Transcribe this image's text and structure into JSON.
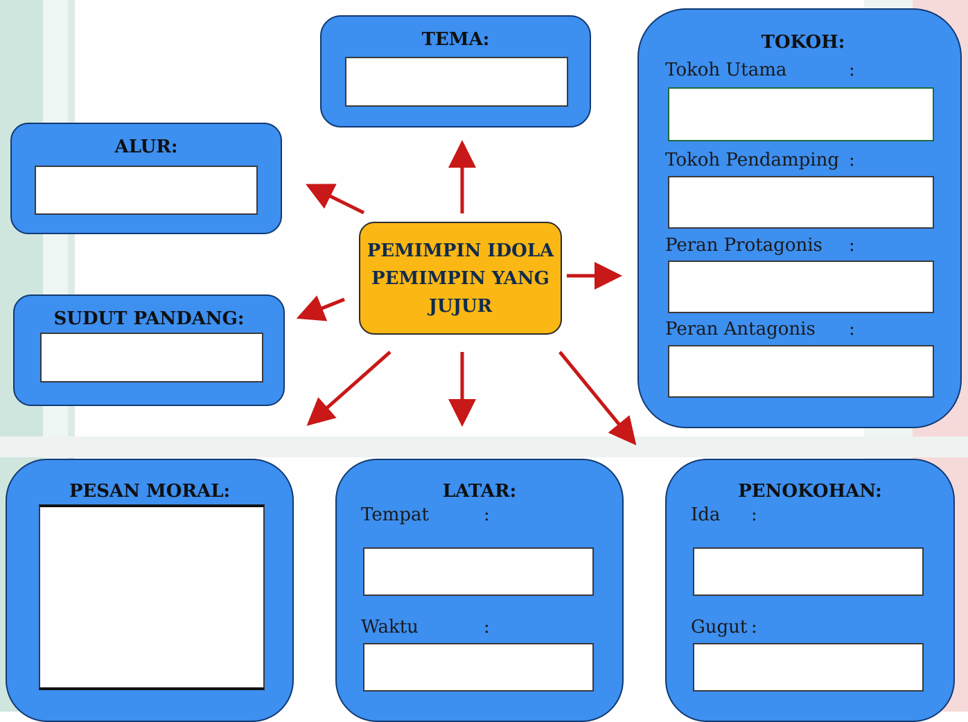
{
  "center": {
    "line1": "PEMIMPIN IDOLA",
    "line2": "PEMIMPIN YANG",
    "line3": "JUJUR"
  },
  "tema": {
    "title": "TEMA:"
  },
  "alur": {
    "title": "ALUR:"
  },
  "sudut_pandang": {
    "title": "SUDUT PANDANG:"
  },
  "tokoh": {
    "title": "TOKOH:",
    "fields": [
      {
        "label": "Tokoh Utama",
        "colon": ":"
      },
      {
        "label": "Tokoh Pendamping",
        "colon": ":"
      },
      {
        "label": "Peran Protagonis",
        "colon": ":"
      },
      {
        "label": "Peran Antagonis",
        "colon": ":"
      }
    ]
  },
  "pesan_moral": {
    "title": "PESAN MORAL:"
  },
  "latar": {
    "title": "LATAR:",
    "fields": [
      {
        "label": "Tempat",
        "colon": ":"
      },
      {
        "label": "Waktu",
        "colon": ":"
      }
    ]
  },
  "penokohan": {
    "title": "PENOKOHAN:",
    "fields": [
      {
        "label": "Ida",
        "colon": ":"
      },
      {
        "label": "Gugut",
        "colon": ":"
      }
    ]
  },
  "colors": {
    "box_fill": "#3d8ff0",
    "center_fill": "#fbb713",
    "arrow": "#c81818",
    "field_fill": "#ffffff"
  }
}
